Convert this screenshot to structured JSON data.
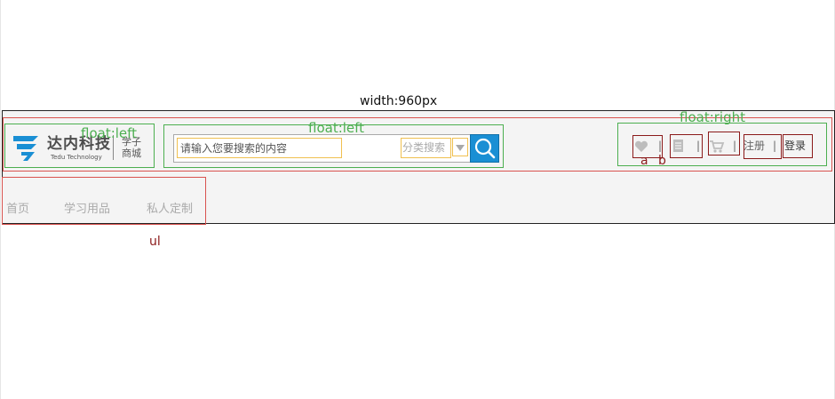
{
  "annotations": {
    "width_label": "width:960px",
    "float_left_1": "float:left",
    "float_left_2": "float:left",
    "float_right": "float:right",
    "marker_a": "a",
    "marker_b": "b",
    "ul_label": "ul"
  },
  "logo": {
    "name": "达内科技",
    "sub": "Tedu Technology",
    "tag_line1": "学子",
    "tag_line2": "商城",
    "accent_color": "#1a8fd4"
  },
  "search": {
    "placeholder": "请输入您要搜索的内容",
    "category_label": "分类搜索",
    "button_color": "#1a8fd4",
    "icon": "search-icon"
  },
  "user": {
    "separator": "|",
    "register_label": "注册",
    "login_label": "登录",
    "favorites_icon": "heart-icon",
    "orders_icon": "document-icon",
    "cart_icon": "cart-icon"
  },
  "nav": {
    "items": [
      "首页",
      "学习用品",
      "私人定制"
    ]
  }
}
